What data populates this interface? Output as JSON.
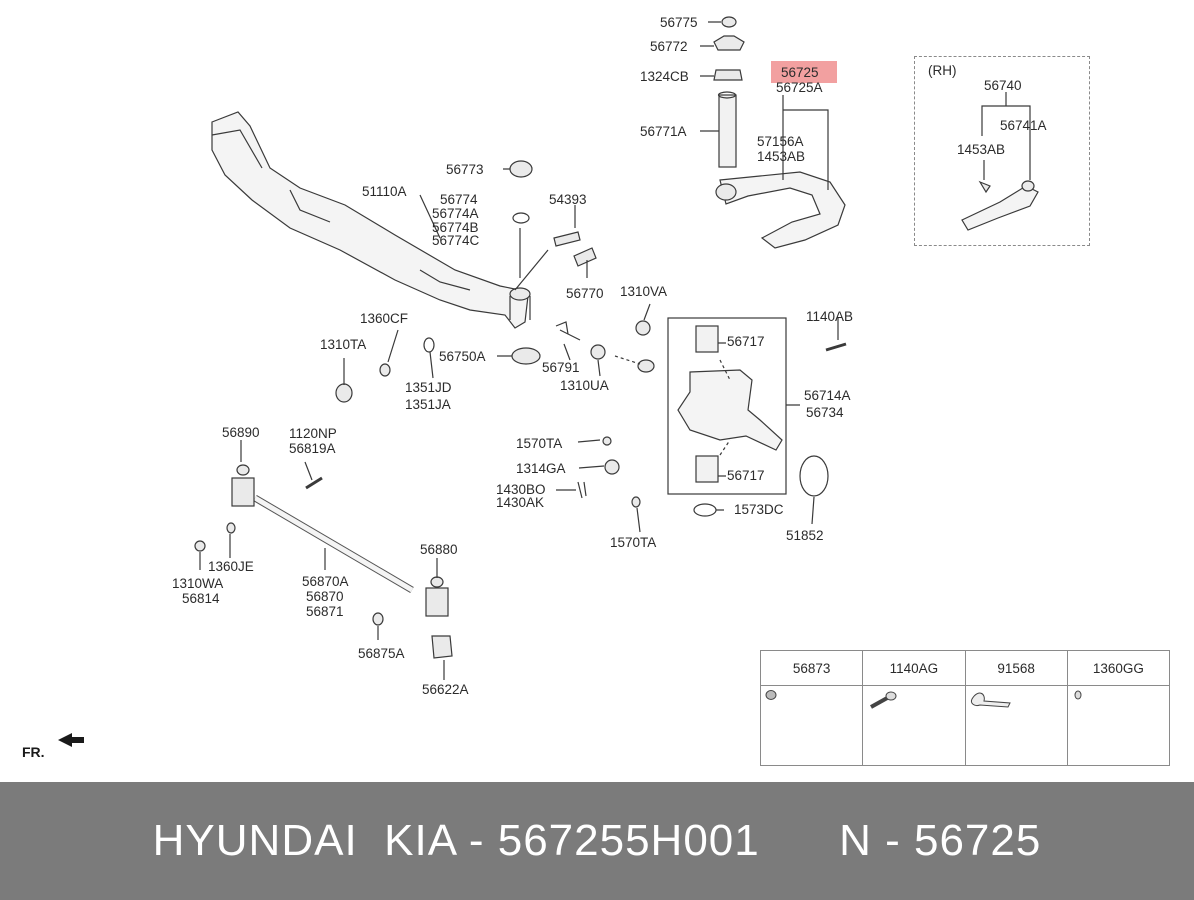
{
  "labels": {
    "l56775": "56775",
    "l56772": "56772",
    "l1324CB": "1324CB",
    "l56771A": "56771A",
    "l56725": "56725",
    "l56725A": "56725A",
    "l57156A": "57156A",
    "l1453AB": "1453AB",
    "rh": "(RH)",
    "l56740": "56740",
    "l56741A": "56741A",
    "l1453AB_rh": "1453AB",
    "l56773": "56773",
    "l51110A": "51110A",
    "l56774": "56774",
    "l56774A": "56774A",
    "l56774B": "56774B",
    "l56774C": "56774C",
    "l54393": "54393",
    "l56770": "56770",
    "l1310VA": "1310VA",
    "l1140AB": "1140AB",
    "l1360CF": "1360CF",
    "l1310TA": "1310TA",
    "l56750A": "56750A",
    "l56791": "56791",
    "l1310UA": "1310UA",
    "l56717_top": "56717",
    "l56714A": "56714A",
    "l56734": "56734",
    "l1351JD": "1351JD",
    "l1351JA": "1351JA",
    "l1570TA_top": "1570TA",
    "l1314GA": "1314GA",
    "l56717_bot": "56717",
    "l1430BO": "1430BO",
    "l1430AK": "1430AK",
    "l1573DC": "1573DC",
    "l1570TA_bot": "1570TA",
    "l51852": "51852",
    "l56890": "56890",
    "l1120NP": "1120NP",
    "l56819A": "56819A",
    "l1360JE": "1360JE",
    "l1310WA": "1310WA",
    "l56814": "56814",
    "l56870A": "56870A",
    "l56870": "56870",
    "l56871": "56871",
    "l56880": "56880",
    "l56875A": "56875A",
    "l56622A": "56622A",
    "fr": "FR."
  },
  "parts_table": [
    "56873",
    "1140AG",
    "91568",
    "1360GG"
  ],
  "footer": {
    "brand": "HYUNDAI  KIA - 567255H001",
    "part": "N - 56725"
  },
  "colors": {
    "highlight": "#f2a0a0",
    "footer_bg": "#7b7b7b",
    "line": "#3a3a3a"
  }
}
